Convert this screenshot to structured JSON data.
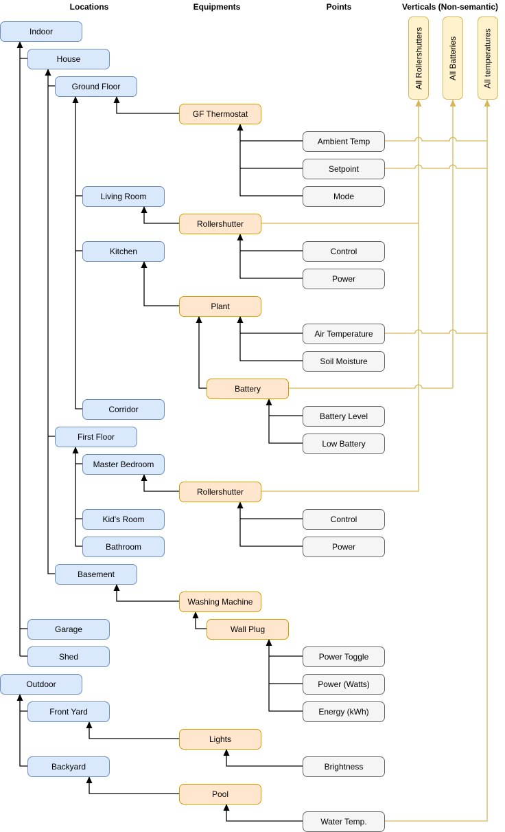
{
  "headers": {
    "locations": "Locations",
    "equipments": "Equipments",
    "points": "Points",
    "verticals": "Verticals (Non-semantic)"
  },
  "locations": {
    "indoor": "Indoor",
    "house": "House",
    "ground_floor": "Ground Floor",
    "living_room": "Living Room",
    "kitchen": "Kitchen",
    "corridor": "Corridor",
    "first_floor": "First Floor",
    "master_bedroom": "Master Bedroom",
    "kids_room": "Kid's Room",
    "bathroom": "Bathroom",
    "basement": "Basement",
    "garage": "Garage",
    "shed": "Shed",
    "outdoor": "Outdoor",
    "front_yard": "Front Yard",
    "backyard": "Backyard"
  },
  "equipments": {
    "gf_thermostat": "GF Thermostat",
    "rollershutter_living": "Rollershutter",
    "plant": "Plant",
    "battery": "Battery",
    "rollershutter_bedroom": "Rollershutter",
    "washing_machine": "Washing Machine",
    "wall_plug": "Wall Plug",
    "lights": "Lights",
    "pool": "Pool"
  },
  "points": {
    "ambient_temp": "Ambient Temp",
    "setpoint": "Setpoint",
    "mode": "Mode",
    "control_living": "Control",
    "power_living": "Power",
    "air_temperature": "Air Temperature",
    "soil_moisture": "Soil Moisture",
    "battery_level": "Battery Level",
    "low_battery": "Low Battery",
    "control_bedroom": "Control",
    "power_bedroom": "Power",
    "power_toggle": "Power Toggle",
    "power_watts": "Power (Watts)",
    "energy_kwh": "Energy (kWh)",
    "brightness": "Brightness",
    "water_temp": "Water Temp."
  },
  "verticals": {
    "all_rollershutters": "All Rollershutters",
    "all_batteries": "All Batteries",
    "all_temperatures": "All temperatures"
  },
  "colors": {
    "location_fill": "#dae8fc",
    "location_stroke": "#6c8ebf",
    "equipment_fill": "#ffe6cc",
    "equipment_stroke": "#d79b00",
    "point_fill": "#f5f5f5",
    "point_stroke": "#666666",
    "vertical_fill": "#fff2cc",
    "vertical_stroke": "#d6b656",
    "semantic_edge": "#000000",
    "vertical_edge": "#d6b656"
  }
}
